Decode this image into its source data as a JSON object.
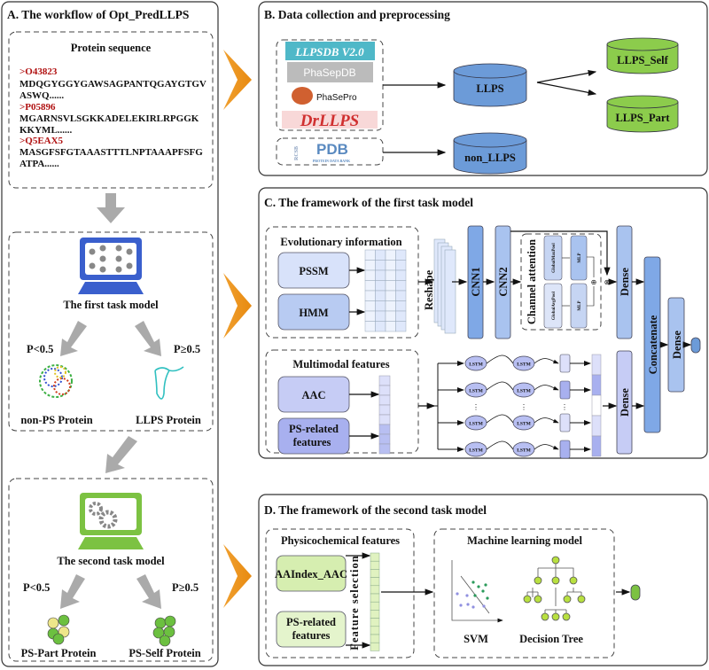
{
  "panel_a": {
    "title": "A. The workflow of Opt_PredLLPS",
    "sequence_box": {
      "title": "Protein sequence",
      "entries": [
        {
          "id": ">O43823",
          "line1": "MDQGYGGYGAWSAGPANTQGAYGTGV",
          "line2": "ASWQ......"
        },
        {
          "id": ">P05896",
          "line1": "MGARNSVLSGKKADELEKIRLRPGGK",
          "line2": "KKYML......"
        },
        {
          "id": ">Q5EAX5",
          "line1": "MASGFSFGTAAASTTTLNPTAAAPFSFG",
          "line2": "ATPA......"
        }
      ]
    },
    "first_model": {
      "label": "The first task  model",
      "left_condition": "P<0.5",
      "right_condition": "P≥0.5",
      "left_result": "non-PS Protein",
      "right_result": "LLPS Protein",
      "color": "#3a5fcd"
    },
    "second_model": {
      "label": "The second task  model",
      "left_condition": "P<0.5",
      "right_condition": "P≥0.5",
      "left_result": "PS-Part Protein",
      "right_result": "PS-Self Protein",
      "color": "#7cc242"
    }
  },
  "panel_b": {
    "title": "B. Data collection and preprocessing",
    "databases": [
      "LLPSDB V2.0",
      "PhaSepDB",
      "PhaSePro",
      "DrLLPS"
    ],
    "pdb_logo": {
      "main": "PDB",
      "sub": "PROTEIN DATA BANK",
      "prefix": "RCSB"
    },
    "cylinders": {
      "llps": "LLPS",
      "non_llps": "non_LLPS",
      "llps_self": "LLPS_Self",
      "llps_part": "LLPS_Part"
    },
    "colors": {
      "blue": "#6c9bd8",
      "green": "#8ccc4c"
    }
  },
  "panel_c": {
    "title": "C. The framework of the first task model",
    "evolutionary": {
      "title": "Evolutionary information",
      "items": [
        "PSSM",
        "HMM"
      ]
    },
    "reshape": "Reshape",
    "cnn1": "CNN1",
    "cnn2": "CNN2",
    "channel_attention": {
      "title": "Channel attention",
      "max_pool": "GlobalMaxPool",
      "avg_pool": "GlobalAvgPool",
      "mlp": "MLP"
    },
    "dense": "Dense",
    "concatenate": "Concatenate",
    "multimodal": {
      "title": "Multimodal features",
      "items": [
        "AAC",
        "PS-related features"
      ]
    },
    "lstm": "LSTM"
  },
  "panel_d": {
    "title": "D. The framework of the second task  model",
    "physicochemical": {
      "title": "Physicochemical features",
      "items": [
        "AAIndex_AAC",
        "PS-related features"
      ]
    },
    "feature_selection": "Feature selection",
    "ml": {
      "title": "Machine learning model",
      "svm": "SVM",
      "tree": "Decision Tree"
    }
  }
}
